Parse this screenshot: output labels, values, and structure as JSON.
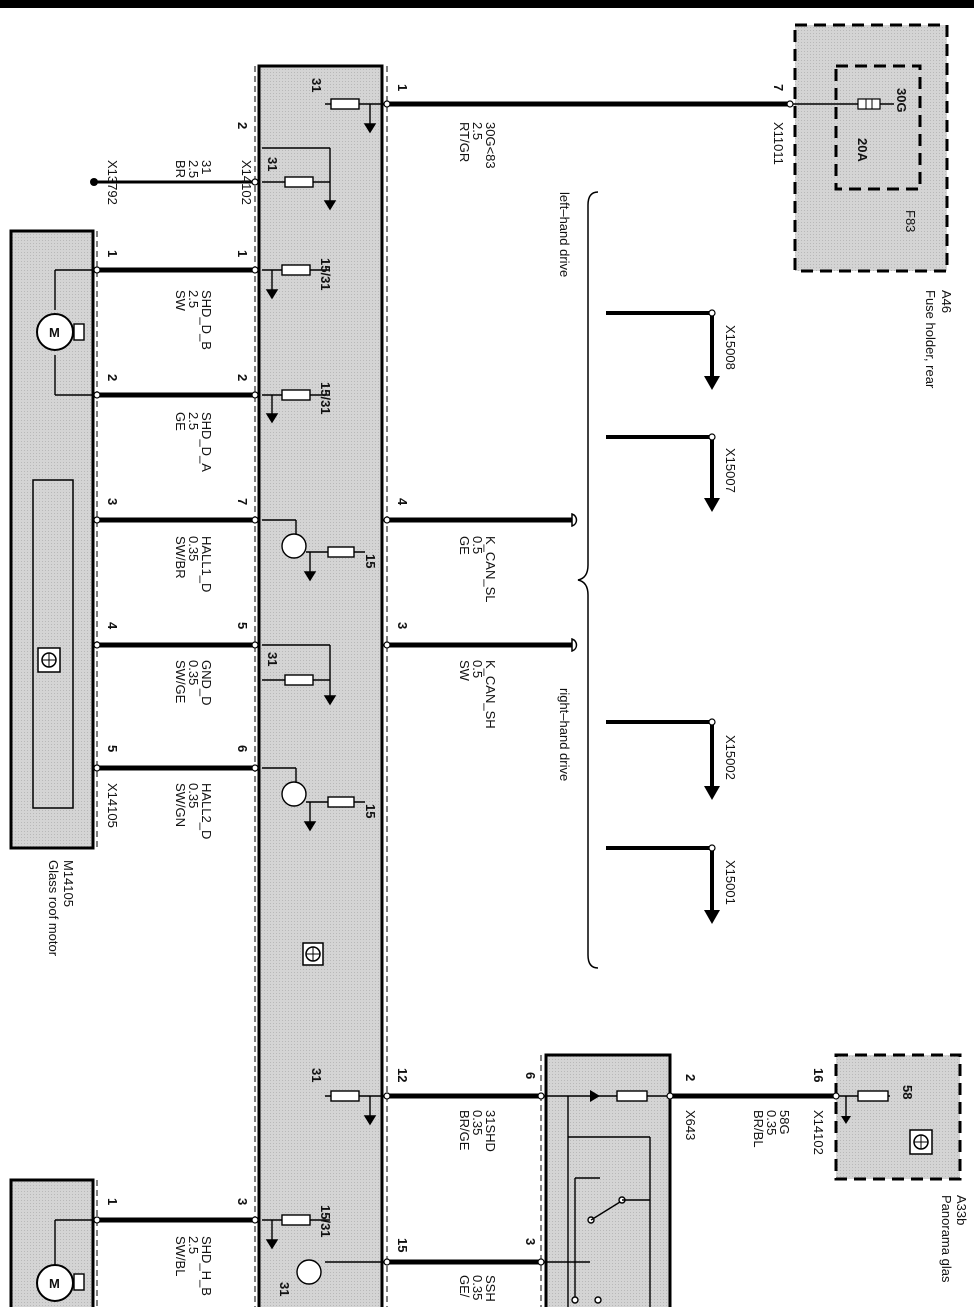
{
  "components": {
    "fuse_holder": {
      "id": "A46",
      "name": "Fuse holder, rear",
      "fuse_id": "F83",
      "fuse_rating": "20A",
      "fuse_terminal": "30G"
    },
    "motor_front": {
      "id": "M14105",
      "name": "Glass roof motor"
    },
    "panorama": {
      "id": "A33b",
      "name": "Panorama glas",
      "terminal": "58"
    }
  },
  "connectors": {
    "x11011": "X11011",
    "x14102_top": "X14102",
    "x13792": "X13792",
    "x14105": "X14105",
    "x643": "X643",
    "x14102_bottom": "X14102",
    "x15008": "X15008",
    "x15007": "X15007",
    "x15002": "X15002",
    "x15001": "X15001"
  },
  "bracket_labels": {
    "left": "left–hand drive",
    "right": "right–hand drive"
  },
  "wires": [
    {
      "signal": "30G<83",
      "gauge": "2.5",
      "color": "RT/GR"
    },
    {
      "signal": "31",
      "gauge": "2.5",
      "color": "BR"
    },
    {
      "signal": "SHD_D_B",
      "gauge": "2.5",
      "color": "SW"
    },
    {
      "signal": "SHD_D_A",
      "gauge": "2.5",
      "color": "GE"
    },
    {
      "signal": "HALL1_D",
      "gauge": "0.35",
      "color": "SW/BR"
    },
    {
      "signal": "K_CAN_SL",
      "gauge": "0.5",
      "color": "GE"
    },
    {
      "signal": "GND_D",
      "gauge": "0.35",
      "color": "SW/GE"
    },
    {
      "signal": "K_CAN_SH",
      "gauge": "0.5",
      "color": "SW"
    },
    {
      "signal": "HALL2_D",
      "gauge": "0.35",
      "color": "SW/GN"
    },
    {
      "signal": "31SHD",
      "gauge": "0.35",
      "color": "BR/GE"
    },
    {
      "signal": "58G",
      "gauge": "0.35",
      "color": "BR/BL"
    },
    {
      "signal": "SHD_H_B",
      "gauge": "2.5",
      "color": "SW/BL"
    },
    {
      "signal": "SSH",
      "gauge": "0.35",
      "color": "GE/"
    }
  ],
  "pins": {
    "fuse": "7",
    "module_right": [
      "1",
      "4",
      "3",
      "12",
      "15"
    ],
    "module_left": [
      "2",
      "1",
      "2",
      "7",
      "5",
      "6",
      "3"
    ],
    "motor_front": [
      "1",
      "2",
      "3",
      "4",
      "5"
    ],
    "motor_rear": "1",
    "switch": [
      "6",
      "3"
    ],
    "panorama_pins": [
      "2",
      "16"
    ]
  },
  "internal_terminals": [
    "31",
    "31",
    "15/31",
    "15/31",
    "15",
    "31",
    "15",
    "31",
    "15/31",
    "31"
  ]
}
